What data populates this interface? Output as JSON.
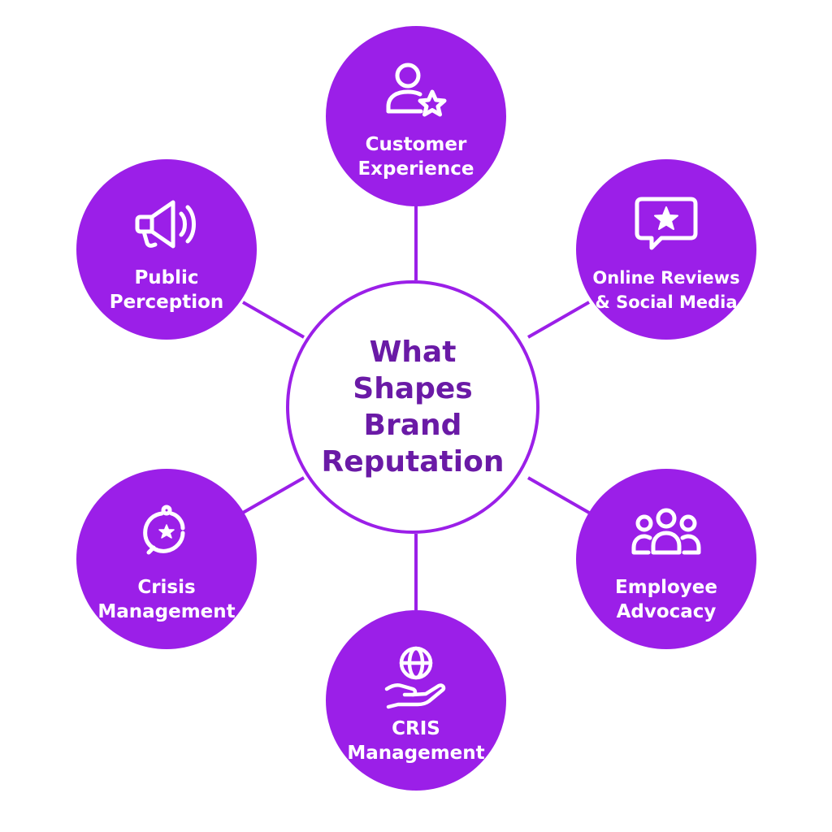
{
  "center": {
    "title": "What\nShapes\nBrand\nReputation"
  },
  "nodes": [
    {
      "label": "Customer\nExperience",
      "icon": "person-star-icon"
    },
    {
      "label": "Online Reviews\n& Social Media",
      "icon": "chat-star-icon"
    },
    {
      "label": "Employee\nAdvocacy",
      "icon": "people-group-icon"
    },
    {
      "label": "CRIS\nManagement",
      "icon": "globe-hand-icon"
    },
    {
      "label": "Crisis\nManagement",
      "icon": "crisis-cycle-icon"
    },
    {
      "label": "Public\nPerception",
      "icon": "megaphone-icon"
    }
  ],
  "colors": {
    "node_fill": "#9b1fe8",
    "center_border": "#9b1fe8",
    "center_text": "#6a1aa6",
    "connector": "#9b1fe8",
    "background": "#ffffff"
  }
}
